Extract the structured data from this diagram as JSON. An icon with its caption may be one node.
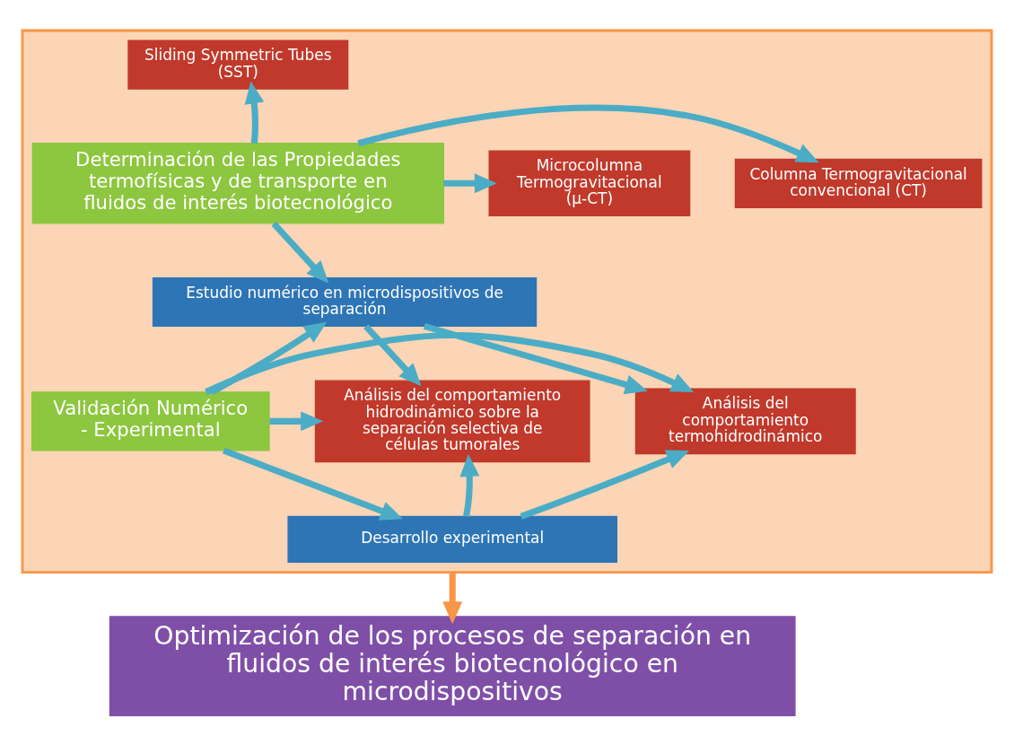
{
  "diagram": {
    "nodes": [
      {
        "text": [],
        "shape": "box"
      },
      {
        "text": [
          "Sliding Symmetric Tubes (SST)"
        ],
        "in": 0
      },
      {
        "text": [
          "Columna Termogravitacional convencional (CT)"
        ],
        "in": 0
      },
      {
        "text": [
          "Determinación de las Propiedades termofísicas y de transporte en fluidos de interés biotecnológico"
        ],
        "in": 0
      },
      {
        "text": [
          "Microcolumna Termogravitacional (µ-CT)"
        ],
        "in": 0
      },
      {
        "text": [
          "Estudio numérico en microdispositivos de separación"
        ],
        "in": 0
      },
      {
        "text": [
          "Análisis del comportamiento termohidrodinámico"
        ],
        "in": 0
      },
      {
        "text": [
          "Validación Numérico - Experimental"
        ],
        "in": 0
      },
      {
        "text": [
          "Análisis del comportamiento hidrodinámico sobre la separación selectiva de células tumorales"
        ],
        "in": 0
      },
      {
        "text": [
          "Desarrollo experimental"
        ],
        "in": 0
      },
      {
        "text": [
          "Optimización de los procesos de separación en fluidos de interés biotecnológico en microdispositivos"
        ]
      }
    ],
    "edges": [
      {
        "from": 3,
        "to": 1,
        "arrow": "to"
      },
      {
        "from": 3,
        "to": 2,
        "arrow": "to"
      },
      {
        "from": 3,
        "to": 4,
        "arrow": "to"
      },
      {
        "from": 3,
        "to": 5,
        "arrow": "to"
      },
      {
        "from": 5,
        "to": 6,
        "arrow": "to"
      },
      {
        "from": 5,
        "to": 8,
        "arrow": "to"
      },
      {
        "from": 7,
        "to": 5,
        "arrow": "to"
      },
      {
        "from": 7,
        "to": 6,
        "arrow": "to"
      },
      {
        "from": 7,
        "to": 8,
        "arrow": "to"
      },
      {
        "from": 7,
        "to": 9,
        "arrow": "to"
      },
      {
        "from": 9,
        "to": 6,
        "arrow": "to"
      },
      {
        "from": 9,
        "to": 8,
        "arrow": "to"
      },
      {
        "from": 0,
        "to": 10,
        "arrow": "to",
        "color": "#f79646"
      }
    ]
  }
}
